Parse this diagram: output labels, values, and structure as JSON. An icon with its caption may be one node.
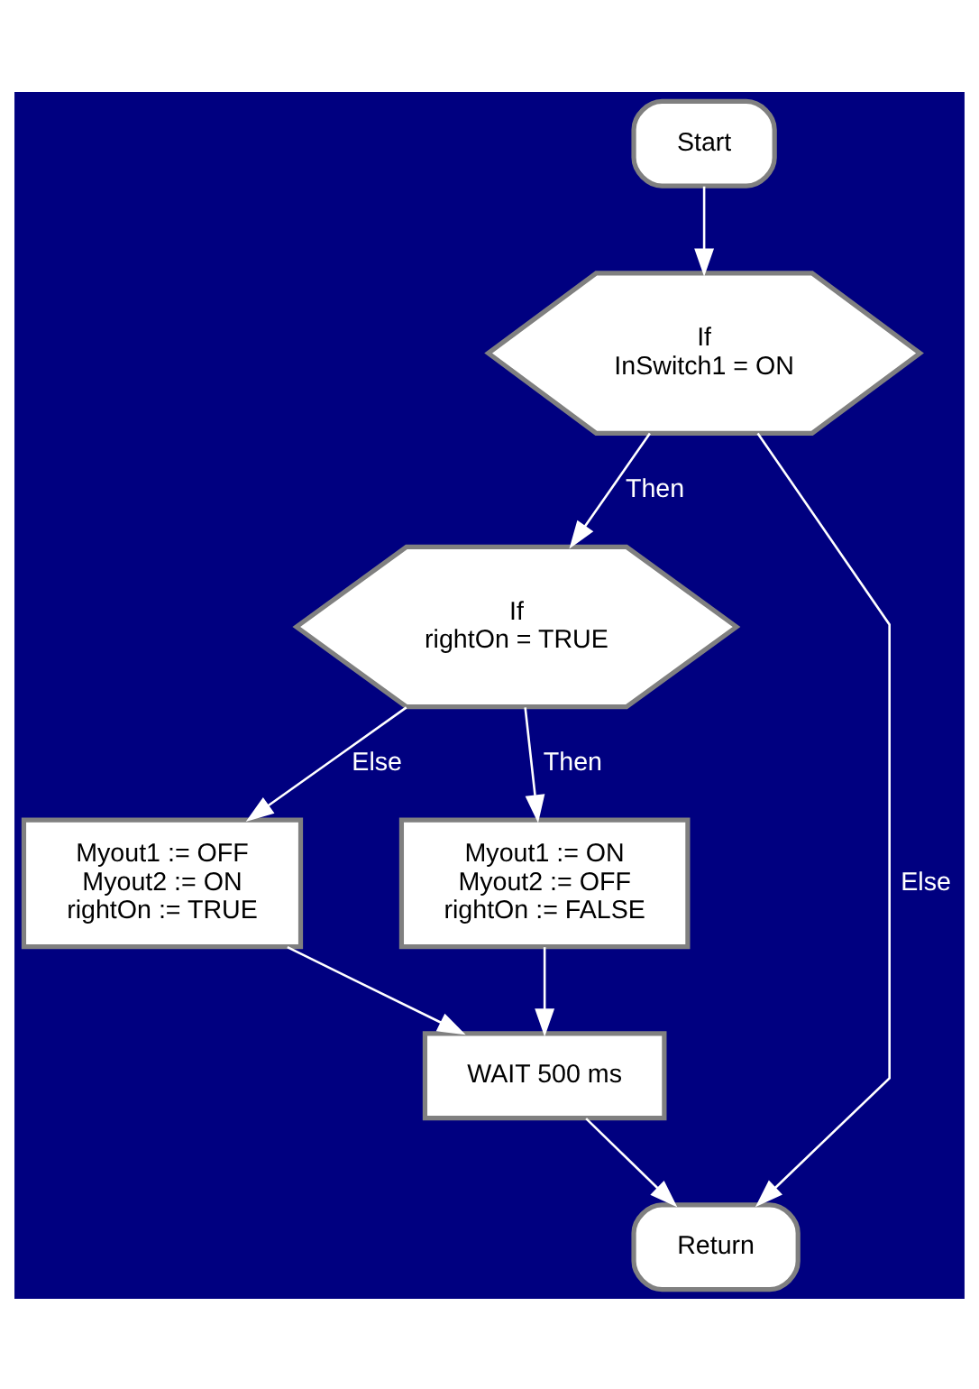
{
  "diagram": {
    "nodes": [
      {
        "text": [
          "Start"
        ]
      },
      {
        "text": [
          "If",
          "InSwitch1 = ON"
        ]
      },
      {
        "text": [
          "If",
          "rightOn = TRUE"
        ]
      },
      {
        "text": [
          "Myout1 := OFF",
          "Myout2 := ON",
          "rightOn := TRUE"
        ]
      },
      {
        "text": [
          "Myout1 := ON",
          "Myout2 := OFF",
          "rightOn := FALSE"
        ]
      },
      {
        "text": [
          "WAIT 500 ms"
        ]
      },
      {
        "text": [
          "Return"
        ]
      }
    ],
    "edges": [
      {
        "from": 0,
        "to": 1,
        "arrow": "to"
      },
      {
        "from": 1,
        "to": 2,
        "arrow": "to",
        "label": "Then"
      },
      {
        "from": 1,
        "to": 6,
        "arrow": "to",
        "label": "Else"
      },
      {
        "from": 2,
        "to": 3,
        "arrow": "to",
        "label": "Else"
      },
      {
        "from": 2,
        "to": 4,
        "arrow": "to",
        "label": "Then"
      },
      {
        "from": 3,
        "to": 5,
        "arrow": "to"
      },
      {
        "from": 4,
        "to": 5,
        "arrow": "to"
      },
      {
        "from": 5,
        "to": 6,
        "arrow": "to"
      }
    ]
  }
}
